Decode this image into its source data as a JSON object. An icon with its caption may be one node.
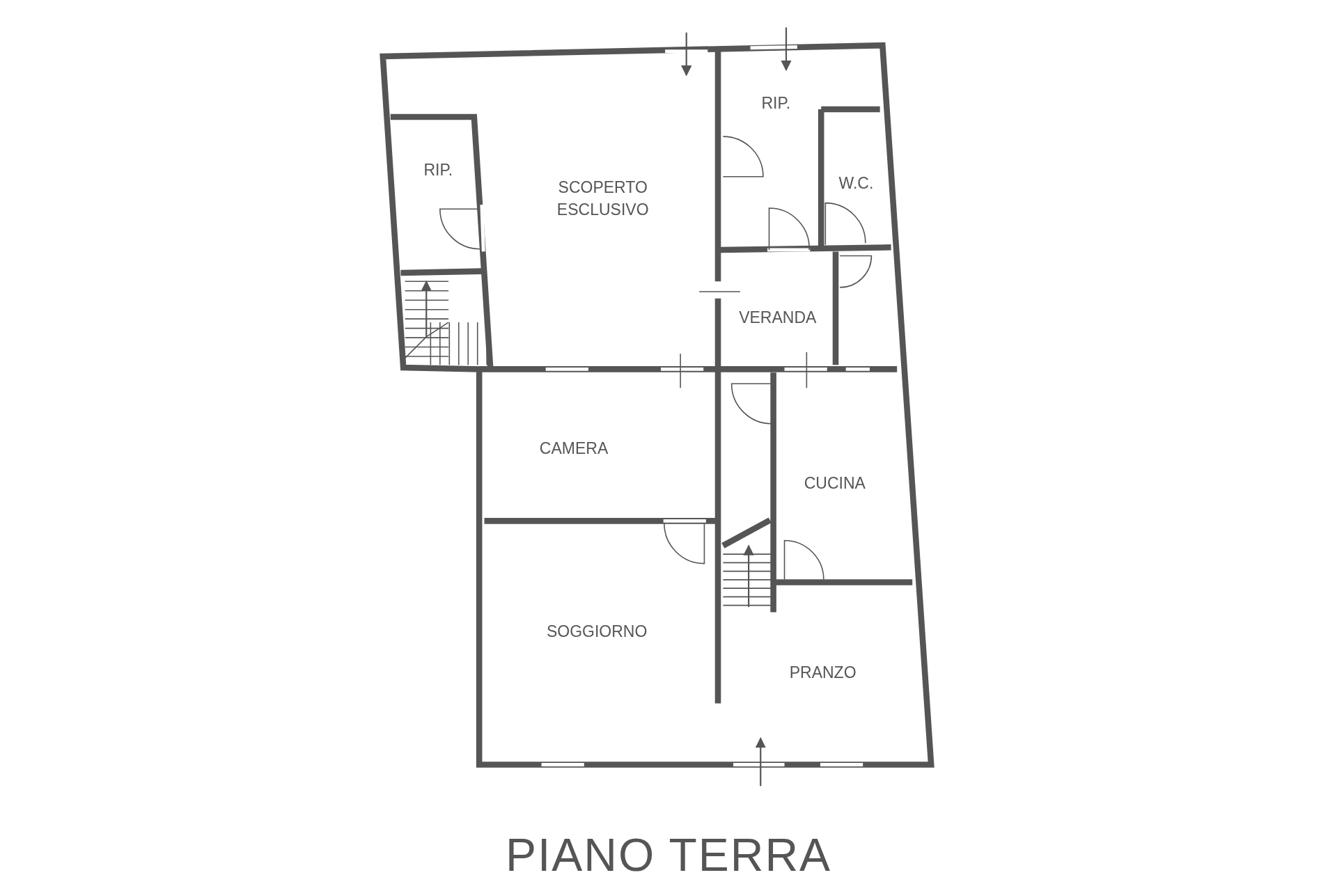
{
  "diagram": {
    "title": "PIANO TERRA",
    "labels": [
      "RIP.",
      "RIP.",
      "SCOPERTO ESCLUSIVO",
      "W.C.",
      "VERANDA",
      "CAMERA",
      "CUCINA",
      "SOGGIORNO",
      "PRANZO"
    ]
  }
}
